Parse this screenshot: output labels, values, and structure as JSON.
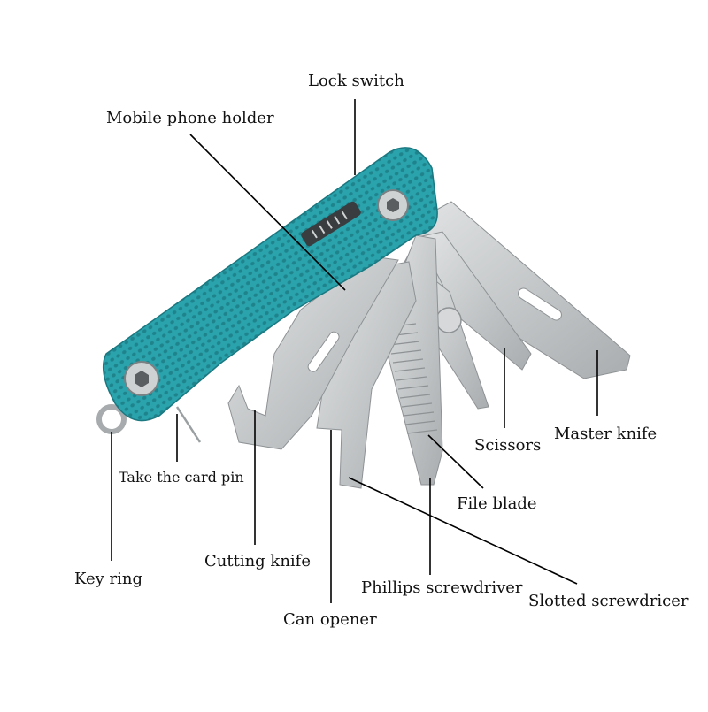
{
  "labels": {
    "lock_switch": "Lock switch",
    "mobile_phone_holder": "Mobile phone holder",
    "master_knife": "Master knife",
    "scissors": "Scissors",
    "take_the_card_pin": "Take the card pin",
    "file_blade": "File blade",
    "cutting_knife": "Cutting knife",
    "key_ring": "Key ring",
    "phillips_screwdriver": "Phillips screwdriver",
    "slotted_screwdriver": "Slotted screwdricer",
    "can_opener": "Can opener"
  },
  "colors": {
    "handle": "#2aa3ad",
    "handle_dot": "#1f838c",
    "steel": "#c9cccd",
    "steel_dark": "#a7abad",
    "leader": "#000000"
  }
}
